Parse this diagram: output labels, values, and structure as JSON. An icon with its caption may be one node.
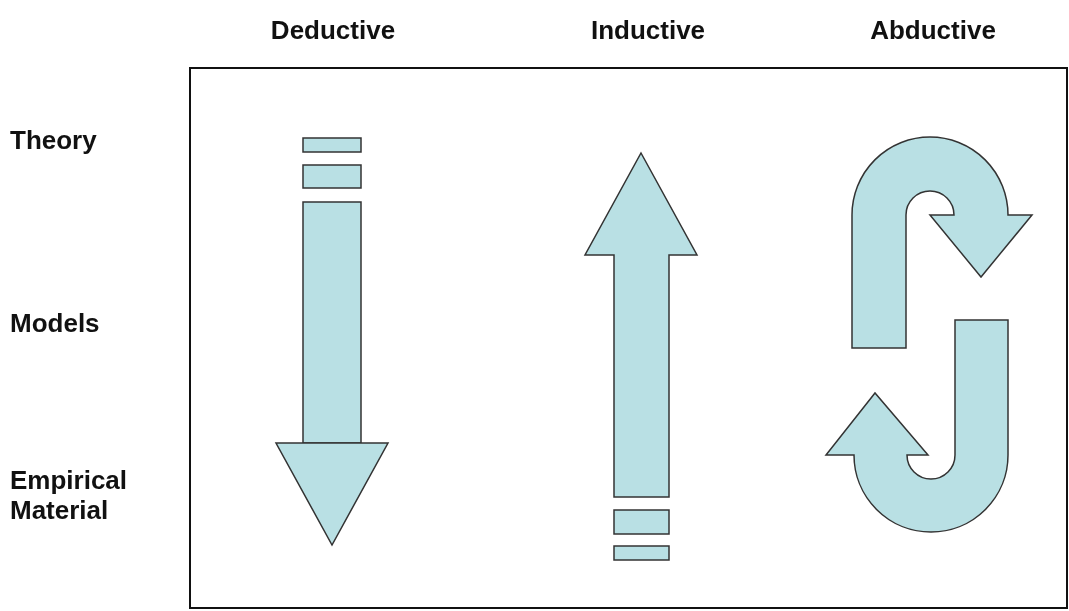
{
  "diagram": {
    "labels": [
      "Deductive",
      "Inductive",
      "Abductive",
      "Theory",
      "Models",
      "Empirical Material"
    ]
  }
}
